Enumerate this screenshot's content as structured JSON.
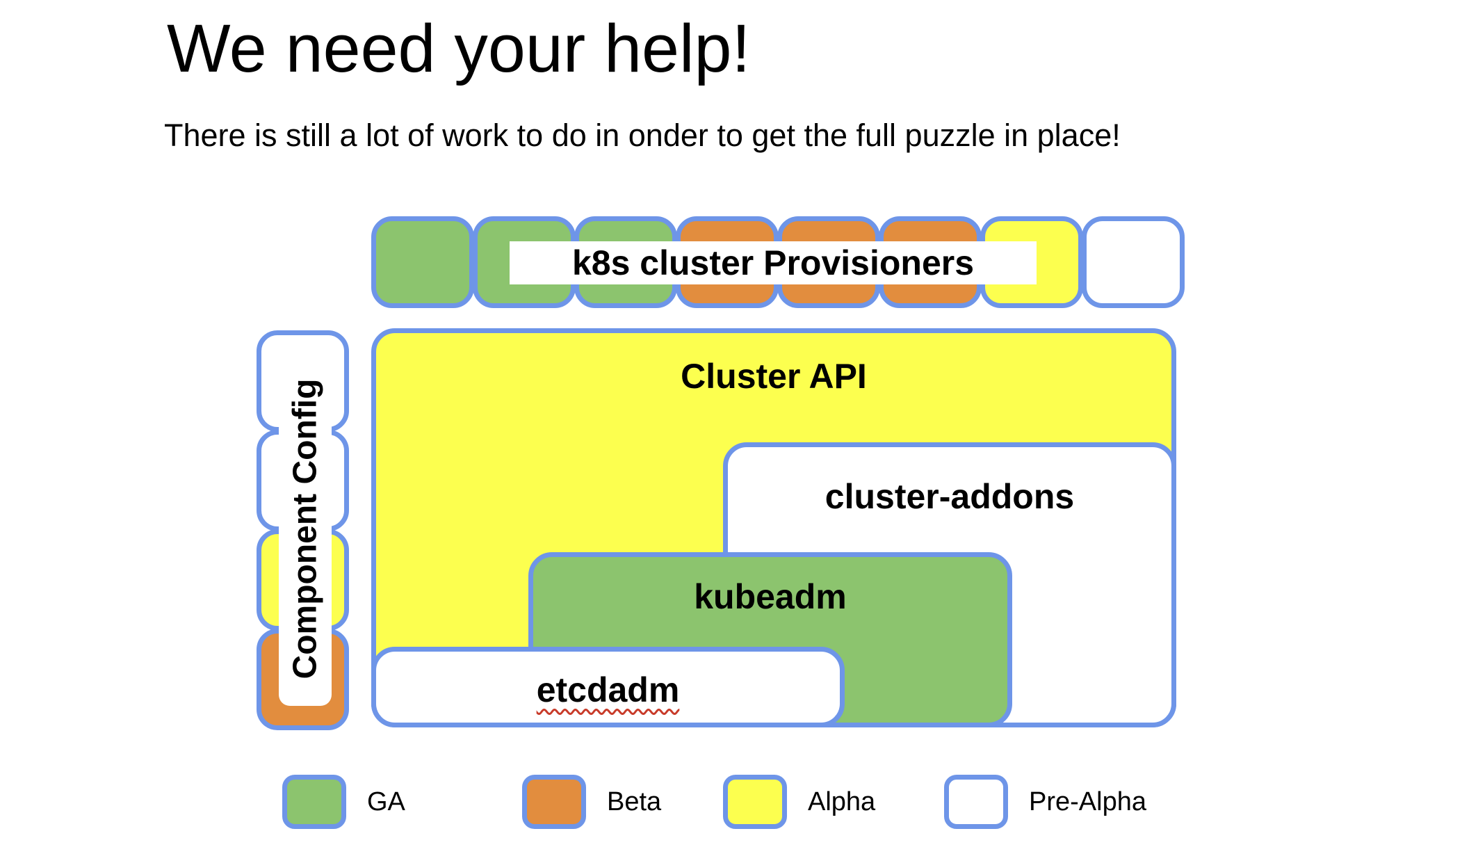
{
  "slide": {
    "title": "We need your help!",
    "subtitle": "There is still a lot of work to do in onder to get the full puzzle in place!"
  },
  "diagram": {
    "provisioners_row": {
      "label": "k8s cluster Provisioners",
      "pieces": [
        "ga",
        "ga",
        "ga",
        "beta",
        "beta",
        "beta",
        "alpha",
        "pre-alpha"
      ]
    },
    "component_config": {
      "label": "Component Config",
      "pieces": [
        "pre-alpha",
        "pre-alpha",
        "alpha",
        "beta"
      ]
    },
    "boxes": {
      "cluster_api": {
        "label": "Cluster API",
        "status": "alpha"
      },
      "cluster_addons": {
        "label": "cluster-addons",
        "status": "pre-alpha"
      },
      "kubeadm": {
        "label": "kubeadm",
        "status": "ga"
      },
      "etcdadm": {
        "label": "etcdadm",
        "status": "pre-alpha",
        "spellcheck_underline": true
      }
    }
  },
  "legend": {
    "items": [
      {
        "label": "GA",
        "status": "ga"
      },
      {
        "label": "Beta",
        "status": "beta"
      },
      {
        "label": "Alpha",
        "status": "alpha"
      },
      {
        "label": "Pre-Alpha",
        "status": "pre_alpha"
      }
    ]
  },
  "colors": {
    "ga": "#8cc46e",
    "beta": "#e28d3e",
    "alpha": "#fcff4f",
    "pre_alpha": "#ffffff",
    "border": "#6e95e8",
    "squiggle": "#c83b2a",
    "text": "#000000",
    "background": "#ffffff"
  }
}
